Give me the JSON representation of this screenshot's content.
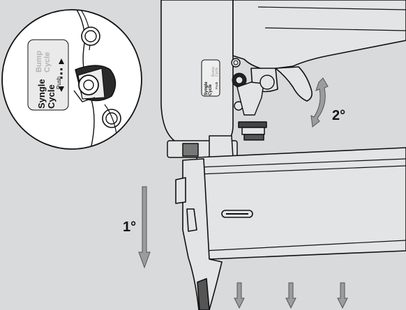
{
  "labels": {
    "step_one": "1°",
    "step_two": "2°"
  },
  "selector_inset": {
    "mode_bump_line1": "Bump",
    "mode_bump_line2": "Cycle",
    "mode_single_line1": "Syngle",
    "mode_single_line2": "Cycle",
    "push": "Push"
  },
  "selector_small": {
    "mode_bump_line1": "Bump",
    "mode_bump_line2": "Cycle",
    "mode_single_line1": "Syngle",
    "mode_single_line2": "Cycle",
    "push": "Push"
  },
  "colors": {
    "background": "#d9dadb",
    "arrow_fill": "#9b9c9e",
    "line": "#111111",
    "tool_body": "#e3e4e5"
  }
}
